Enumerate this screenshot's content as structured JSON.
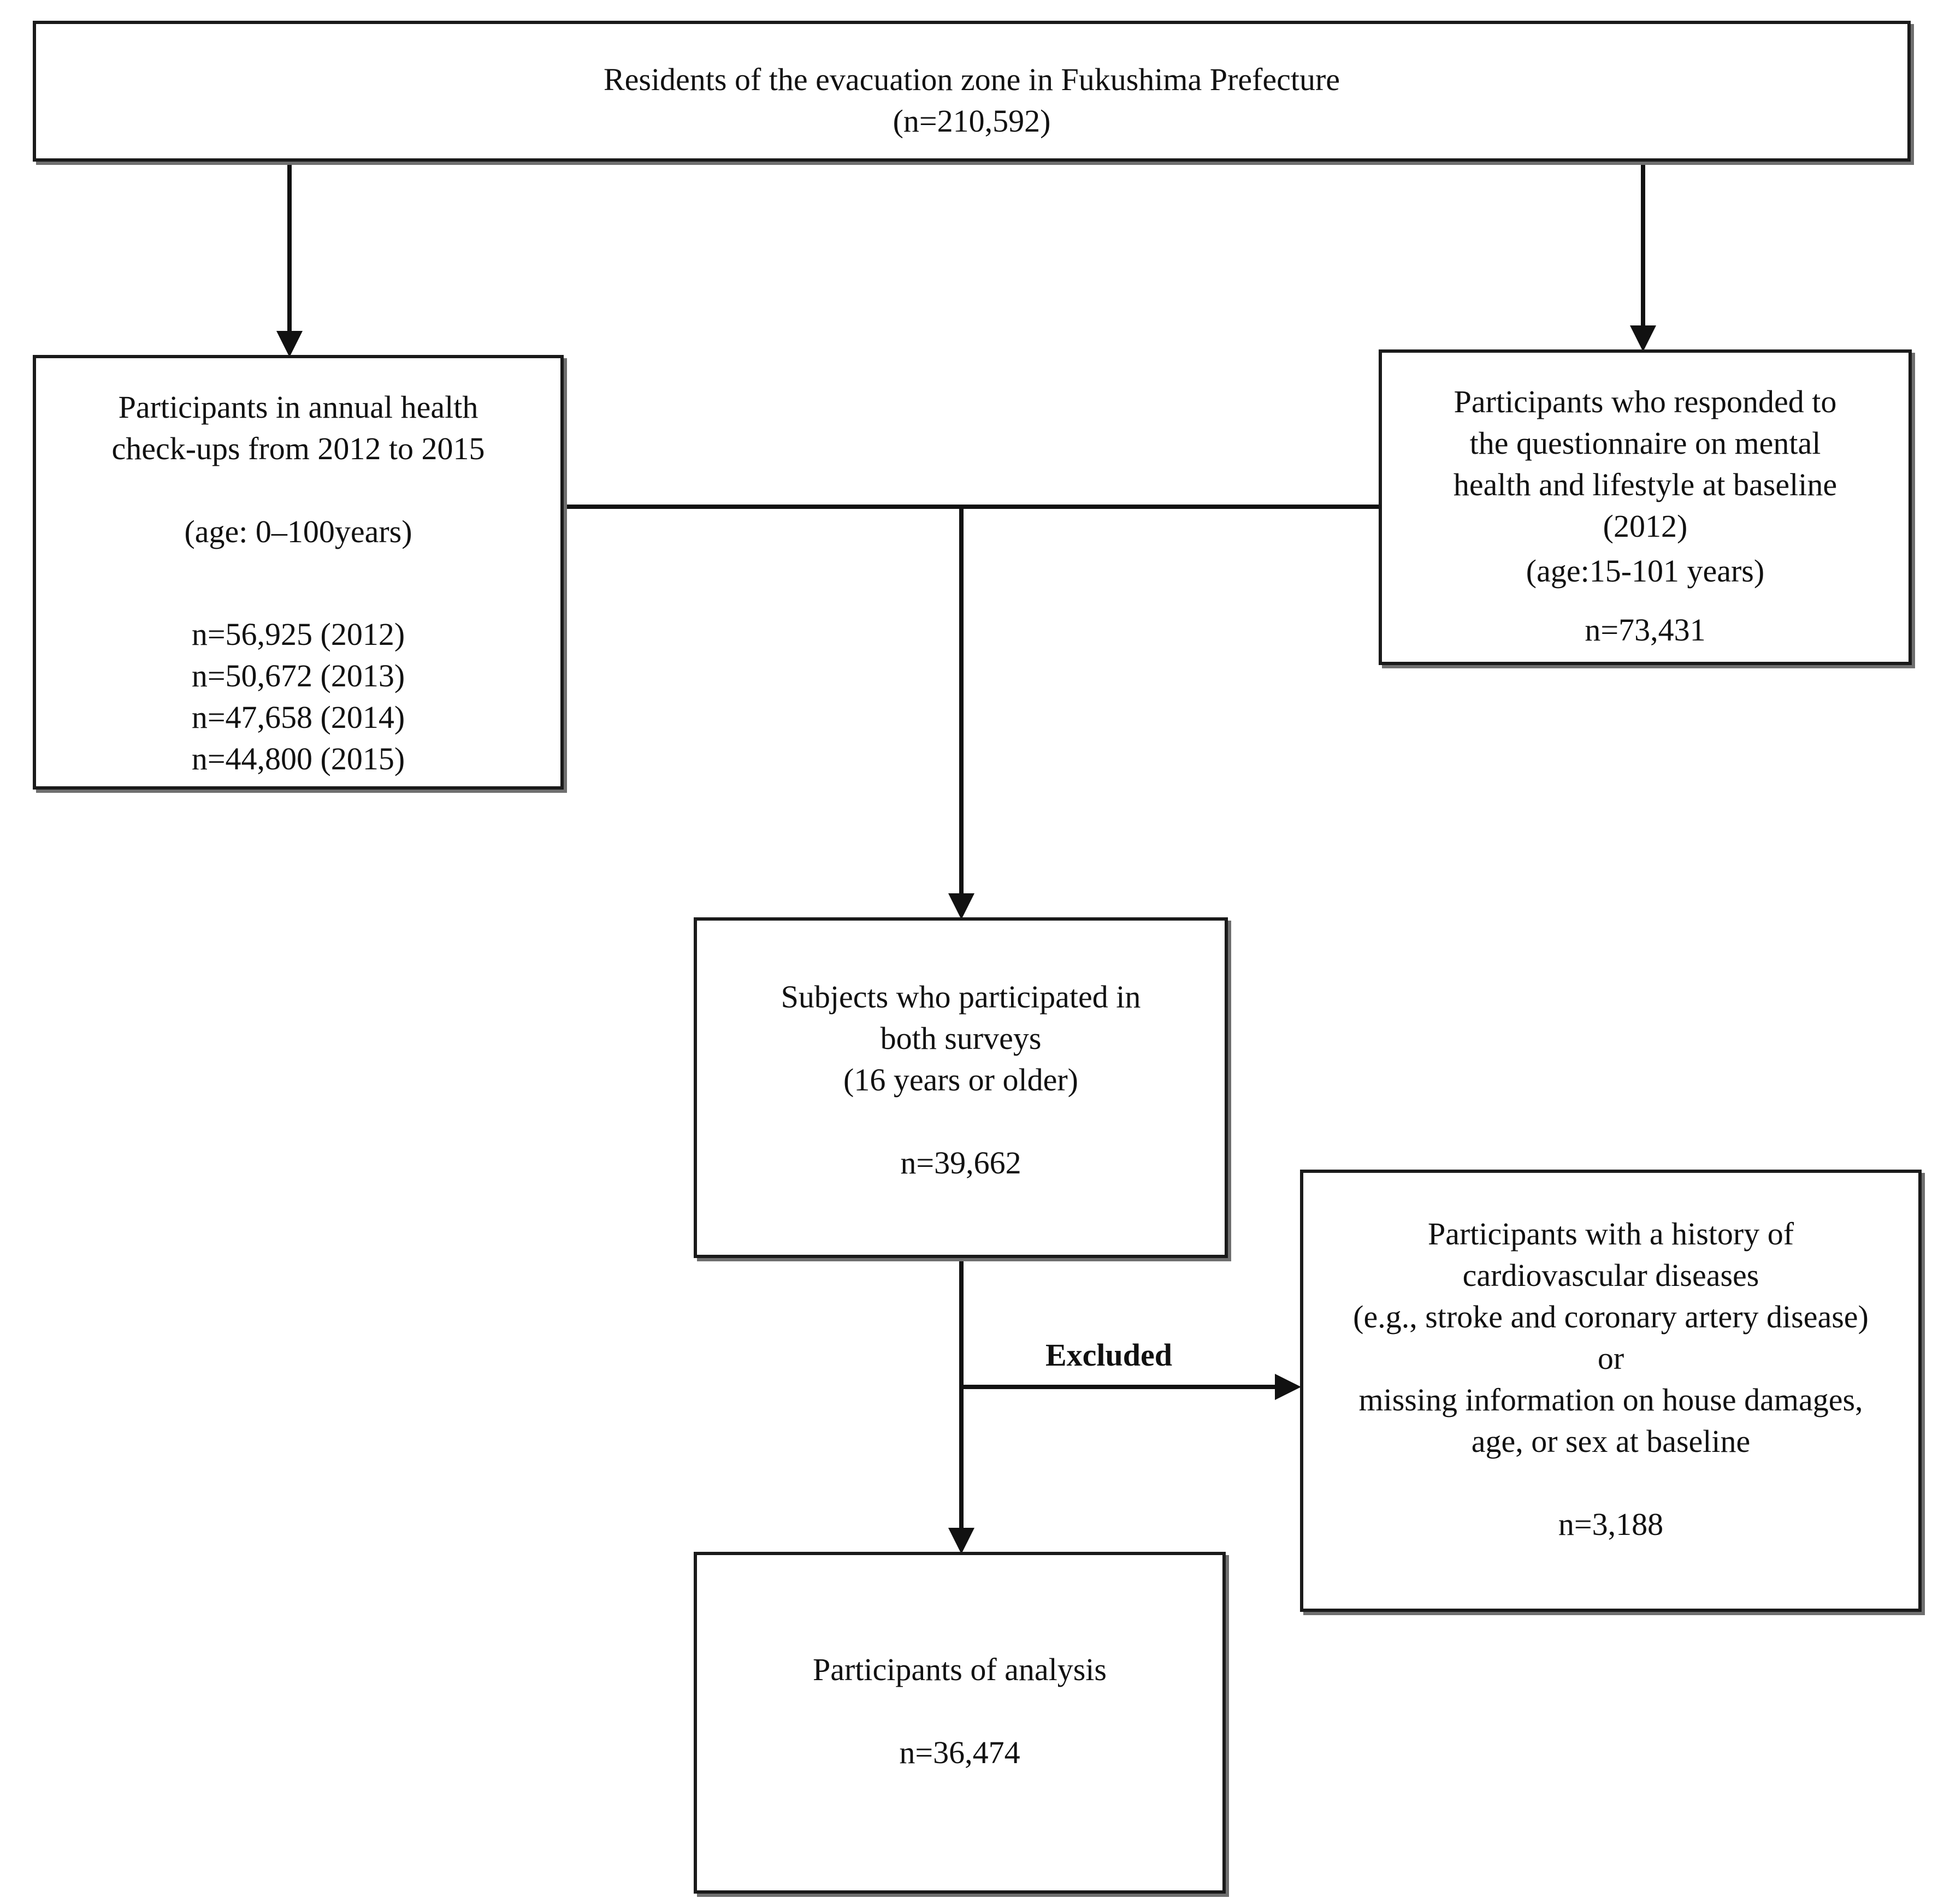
{
  "residents": {
    "title": "Residents of the evacuation zone in Fukushima Prefecture",
    "count": "(n=210,592)"
  },
  "checkups": {
    "line1": "Participants in annual health",
    "line2": "check-ups from 2012 to 2015",
    "age": "(age: 0–100years)",
    "counts": [
      "n=56,925 (2012)",
      "n=50,672 (2013)",
      "n=47,658 (2014)",
      "n=44,800 (2015)"
    ]
  },
  "questionnaire": {
    "line1": "Participants who responded to",
    "line2": "the questionnaire on mental",
    "line3": "health and lifestyle at baseline",
    "line4": "(2012)",
    "age": "(age:15-101 years)",
    "count": "n=73,431"
  },
  "both_surveys": {
    "line1": "Subjects who participated in",
    "line2": "both surveys",
    "line3": "(16 years or older)",
    "count": "n=39,662"
  },
  "excluded": {
    "label": "Excluded",
    "line1": "Participants with a history of",
    "line2": "cardiovascular diseases",
    "line3": "(e.g., stroke and coronary artery disease)",
    "line4": "or",
    "line5": "missing information on house damages,",
    "line6": "age, or sex at baseline",
    "count": "n=3,188"
  },
  "analysis": {
    "line1": "Participants of analysis",
    "count": "n=36,474"
  }
}
